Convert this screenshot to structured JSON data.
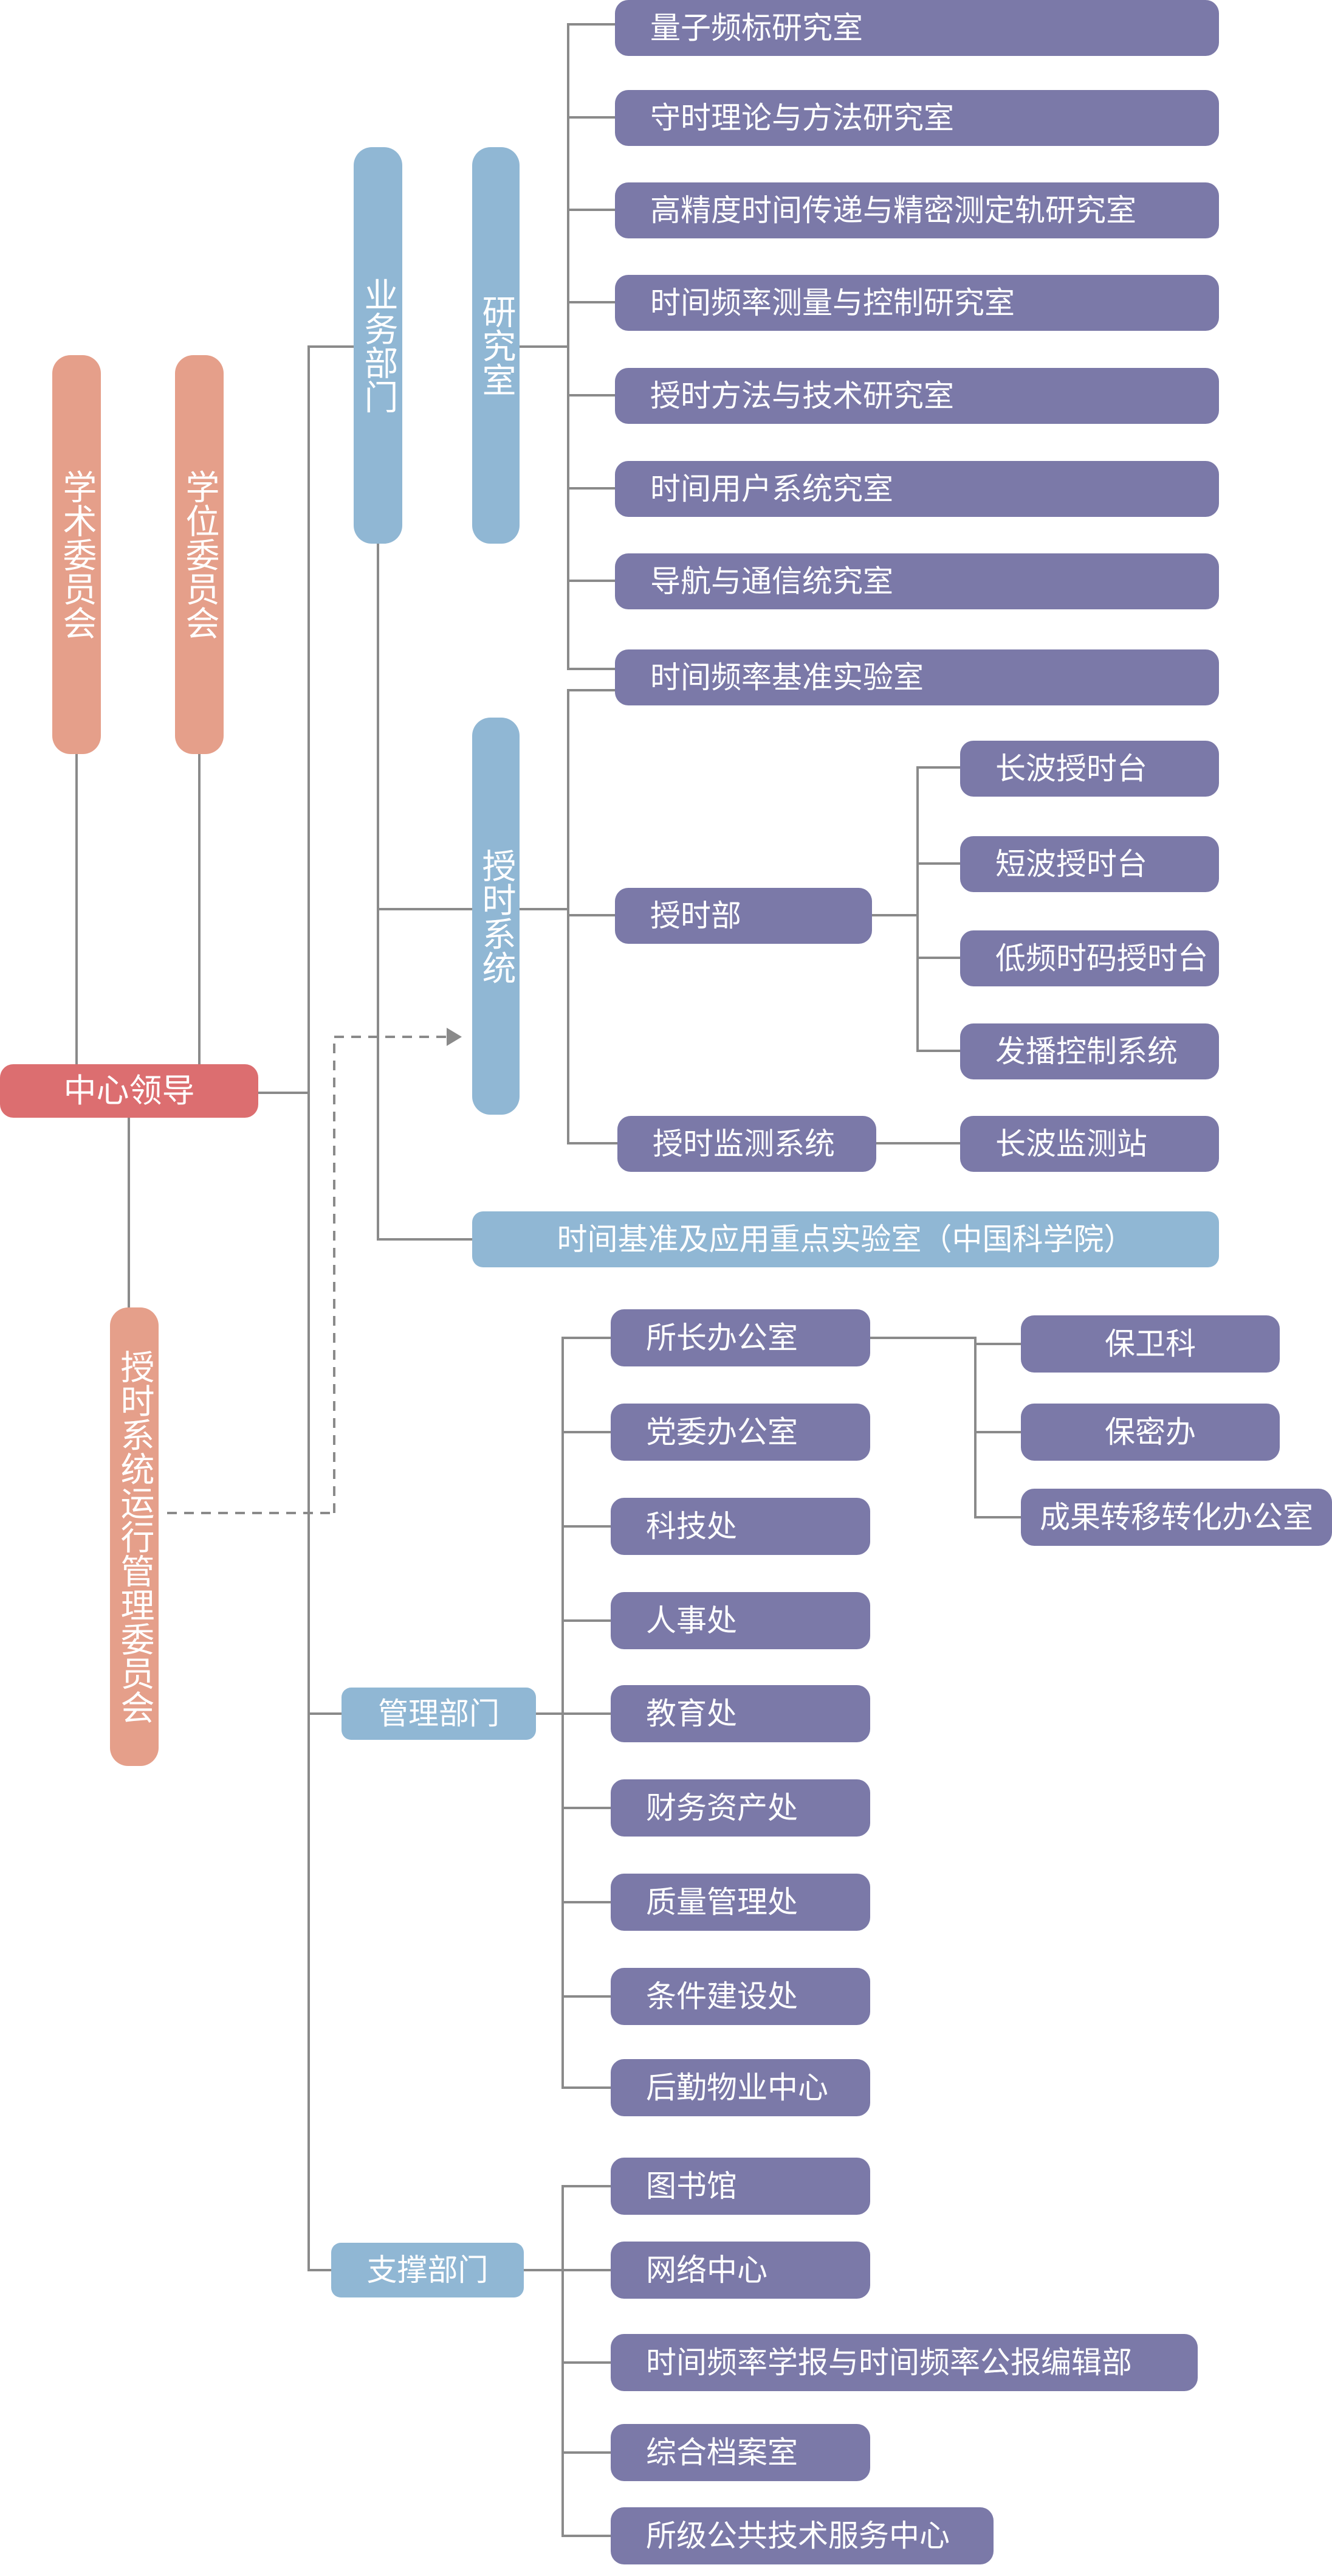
{
  "colors": {
    "leader": "#dc6e70",
    "committee": "#e59f8a",
    "category": "#90b7d4",
    "unit": "#7b79a8",
    "connector": "#8a8a8a"
  },
  "leader": "中心领导",
  "committees": {
    "academic": "学术委员会",
    "degree": "学位委员会",
    "timing_ops": "授时系统运行管理委员会"
  },
  "business": {
    "title": "业务部门",
    "research": {
      "title": "研究室",
      "labs": [
        "量子频标研究室",
        "守时理论与方法研究室",
        "高精度时间传递与精密测定轨研究室",
        "时间频率测量与控制研究室",
        "授时方法与技术研究室",
        "时间用户系统究室",
        "导航与通信统究室",
        "时间频率基准实验室"
      ]
    },
    "timing_system": {
      "title": "授时系统",
      "timing_dept": {
        "label": "授时部",
        "stations": [
          "长波授时台",
          "短波授时台",
          "低频时码授时台",
          "发播控制系统"
        ]
      },
      "monitoring": {
        "label": "授时监测系统",
        "station": "长波监测站"
      }
    },
    "key_lab": "时间基准及应用重点实验室（中国科学院）"
  },
  "management": {
    "title": "管理部门",
    "offices": [
      "所长办公室",
      "党委办公室",
      "科技处",
      "人事处",
      "教育处",
      "财务资产处",
      "质量管理处",
      "条件建设处",
      "后勤物业中心"
    ],
    "director_office_subunits": [
      "保卫科",
      "保密办",
      "成果转移转化办公室"
    ]
  },
  "support": {
    "title": "支撑部门",
    "units": [
      "图书馆",
      "网络中心",
      "时间频率学报与时间频率公报编辑部",
      "综合档案室",
      "所级公共技术服务中心"
    ]
  }
}
